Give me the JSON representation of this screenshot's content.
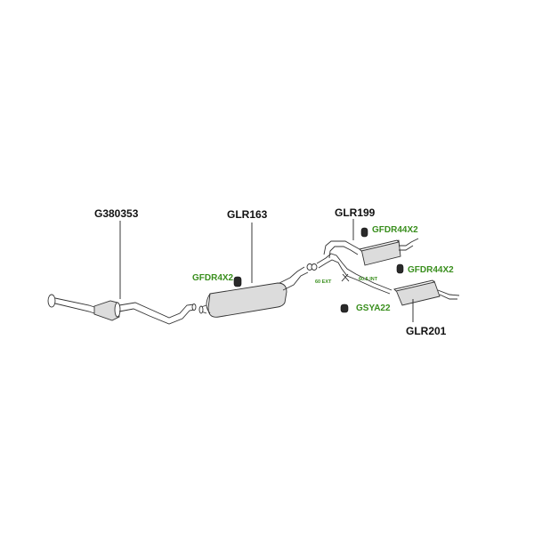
{
  "diagram": {
    "parts": {
      "catalytic": "G380353",
      "center_silencer": "GLR163",
      "rear_pipe": "GLR199",
      "rear_silencer": "GLR201"
    },
    "accessories": {
      "hanger_center": "GFDR4X2",
      "hanger_rear_top": "GFDR44X2",
      "hanger_rear_right": "GFDR44X2",
      "clamp": "GSYA22"
    },
    "dimensions": {
      "ext": "60 EXT",
      "int": "60.5 INT"
    },
    "colors": {
      "line": "#333333",
      "label": "#111111",
      "accessory_label": "#3a8f1e"
    }
  }
}
